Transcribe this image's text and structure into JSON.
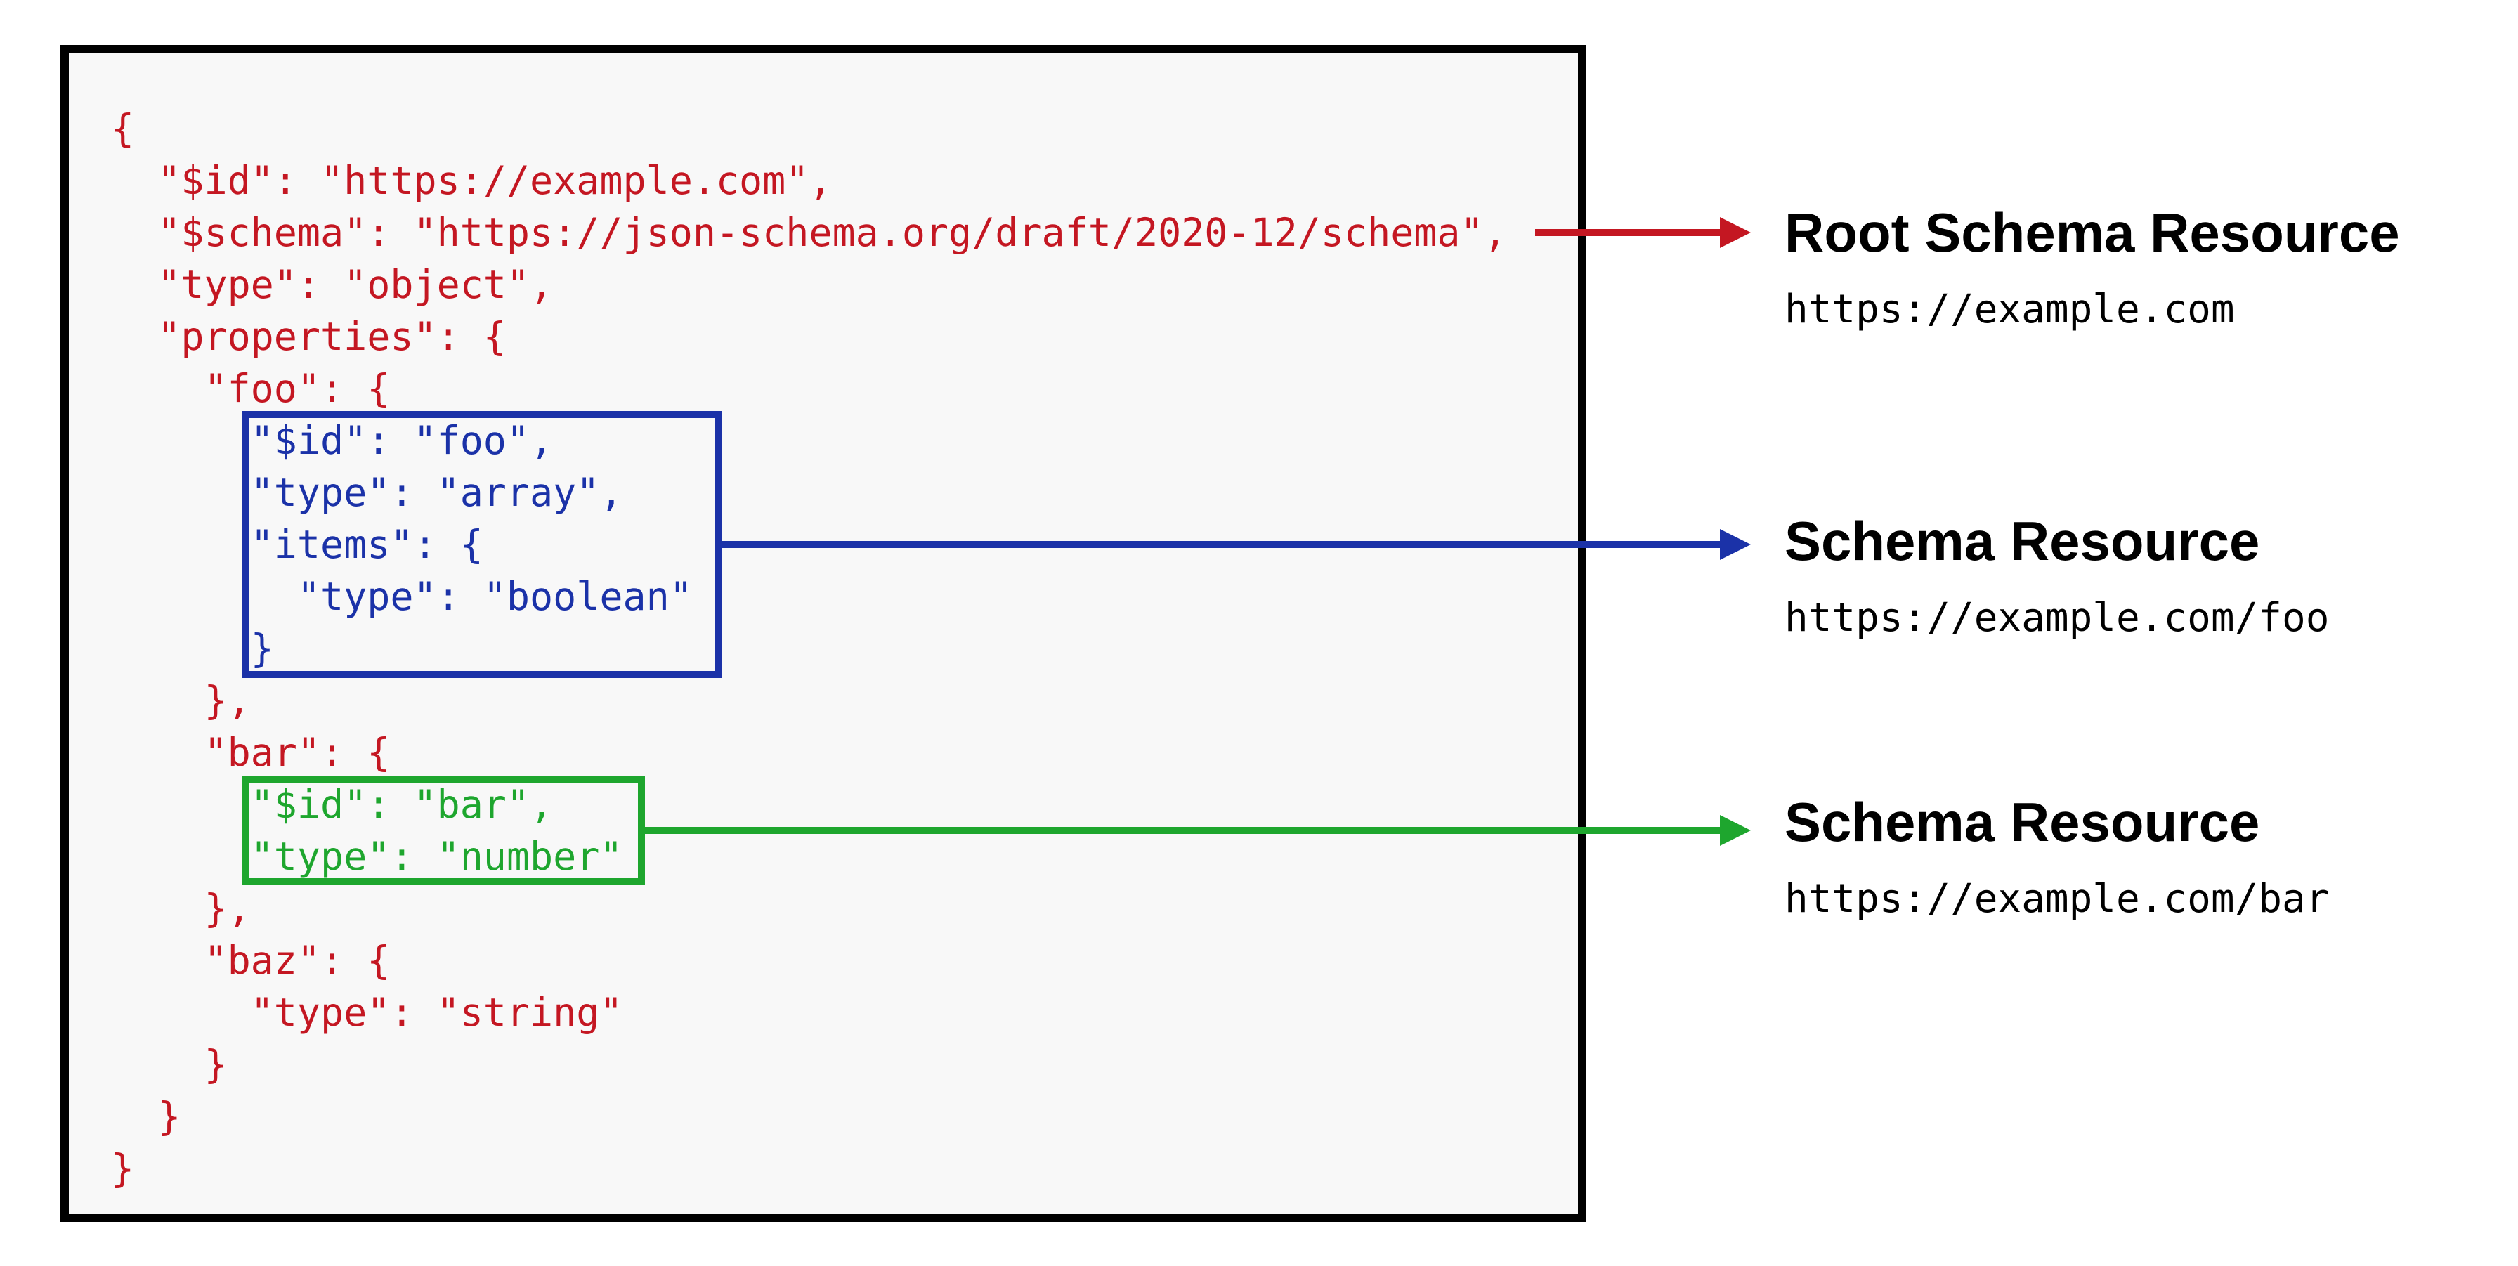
{
  "colors": {
    "red": "#c41722",
    "blue": "#1b32a8",
    "green": "#1ea62e",
    "panel_bg": "#f8f8f8",
    "ink": "#000000",
    "heading": "#000000"
  },
  "code_panel": {
    "language": "json",
    "lines": [
      {
        "text": "{",
        "role": "root"
      },
      {
        "text": "  \"$id\": \"https://example.com\",",
        "role": "root"
      },
      {
        "text": "  \"$schema\": \"https://json-schema.org/draft/2020-12/schema\",",
        "role": "root"
      },
      {
        "text": "  \"type\": \"object\",",
        "role": "root"
      },
      {
        "text": "  \"properties\": {",
        "role": "root"
      },
      {
        "text": "    \"foo\": {",
        "role": "root"
      },
      {
        "text": "      \"$id\": \"foo\",",
        "role": "foo"
      },
      {
        "text": "      \"type\": \"array\",",
        "role": "foo"
      },
      {
        "text": "      \"items\": {",
        "role": "foo"
      },
      {
        "text": "        \"type\": \"boolean\"",
        "role": "foo"
      },
      {
        "text": "      }",
        "role": "foo"
      },
      {
        "text": "    },",
        "role": "root"
      },
      {
        "text": "    \"bar\": {",
        "role": "root"
      },
      {
        "text": "      \"$id\": \"bar\",",
        "role": "bar"
      },
      {
        "text": "      \"type\": \"number\"",
        "role": "bar"
      },
      {
        "text": "    },",
        "role": "root"
      },
      {
        "text": "    \"baz\": {",
        "role": "root"
      },
      {
        "text": "      \"type\": \"string\"",
        "role": "root"
      },
      {
        "text": "    }",
        "role": "root"
      },
      {
        "text": "  }",
        "role": "root"
      },
      {
        "text": "}",
        "role": "root"
      }
    ]
  },
  "annotations": [
    {
      "title": "Root Schema Resource",
      "url": "https://example.com",
      "color_key": "red"
    },
    {
      "title": "Schema Resource",
      "url": "https://example.com/foo",
      "color_key": "blue"
    },
    {
      "title": "Schema Resource",
      "url": "https://example.com/bar",
      "color_key": "green"
    }
  ]
}
